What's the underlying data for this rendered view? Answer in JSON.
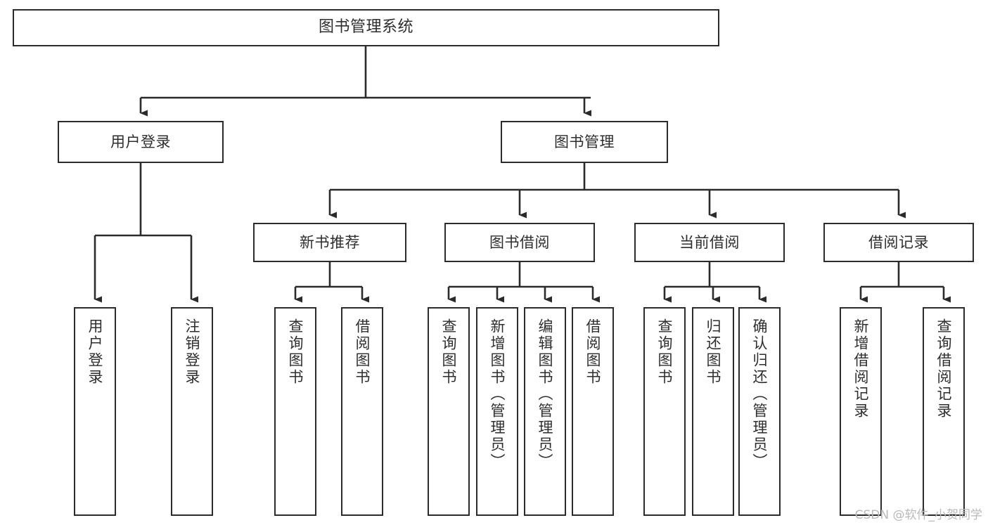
{
  "diagram": {
    "type": "tree-hierarchy-chart",
    "title": "图书管理系统",
    "line_color": "#2b2b2b",
    "box_fill": "#ffffff",
    "text_color": "#2e2e2e",
    "watermark": "CSDN @软件_小贺同学"
  },
  "nodes": {
    "root": {
      "label": "图书管理系统"
    },
    "level2": [
      {
        "label": "用户登录"
      },
      {
        "label": "图书管理"
      }
    ],
    "level3": [
      {
        "label": "新书推荐"
      },
      {
        "label": "图书借阅"
      },
      {
        "label": "当前借阅"
      },
      {
        "label": "借阅记录"
      }
    ],
    "leaves_user_login": [
      {
        "label": "用户登录"
      },
      {
        "label": "注销登录"
      }
    ],
    "leaves_new_book": [
      {
        "label": "查询图书"
      },
      {
        "label": "借阅图书"
      }
    ],
    "leaves_borrow": [
      {
        "label": "查询图书"
      },
      {
        "label": "新增图书（管理员）"
      },
      {
        "label": "编辑图书（管理员）"
      },
      {
        "label": "借阅图书"
      }
    ],
    "leaves_current": [
      {
        "label": "查询图书"
      },
      {
        "label": "归还图书"
      },
      {
        "label": "确认归还（管理员）"
      }
    ],
    "leaves_record": [
      {
        "label": "新增借阅记录"
      },
      {
        "label": "查询借阅记录"
      }
    ]
  }
}
